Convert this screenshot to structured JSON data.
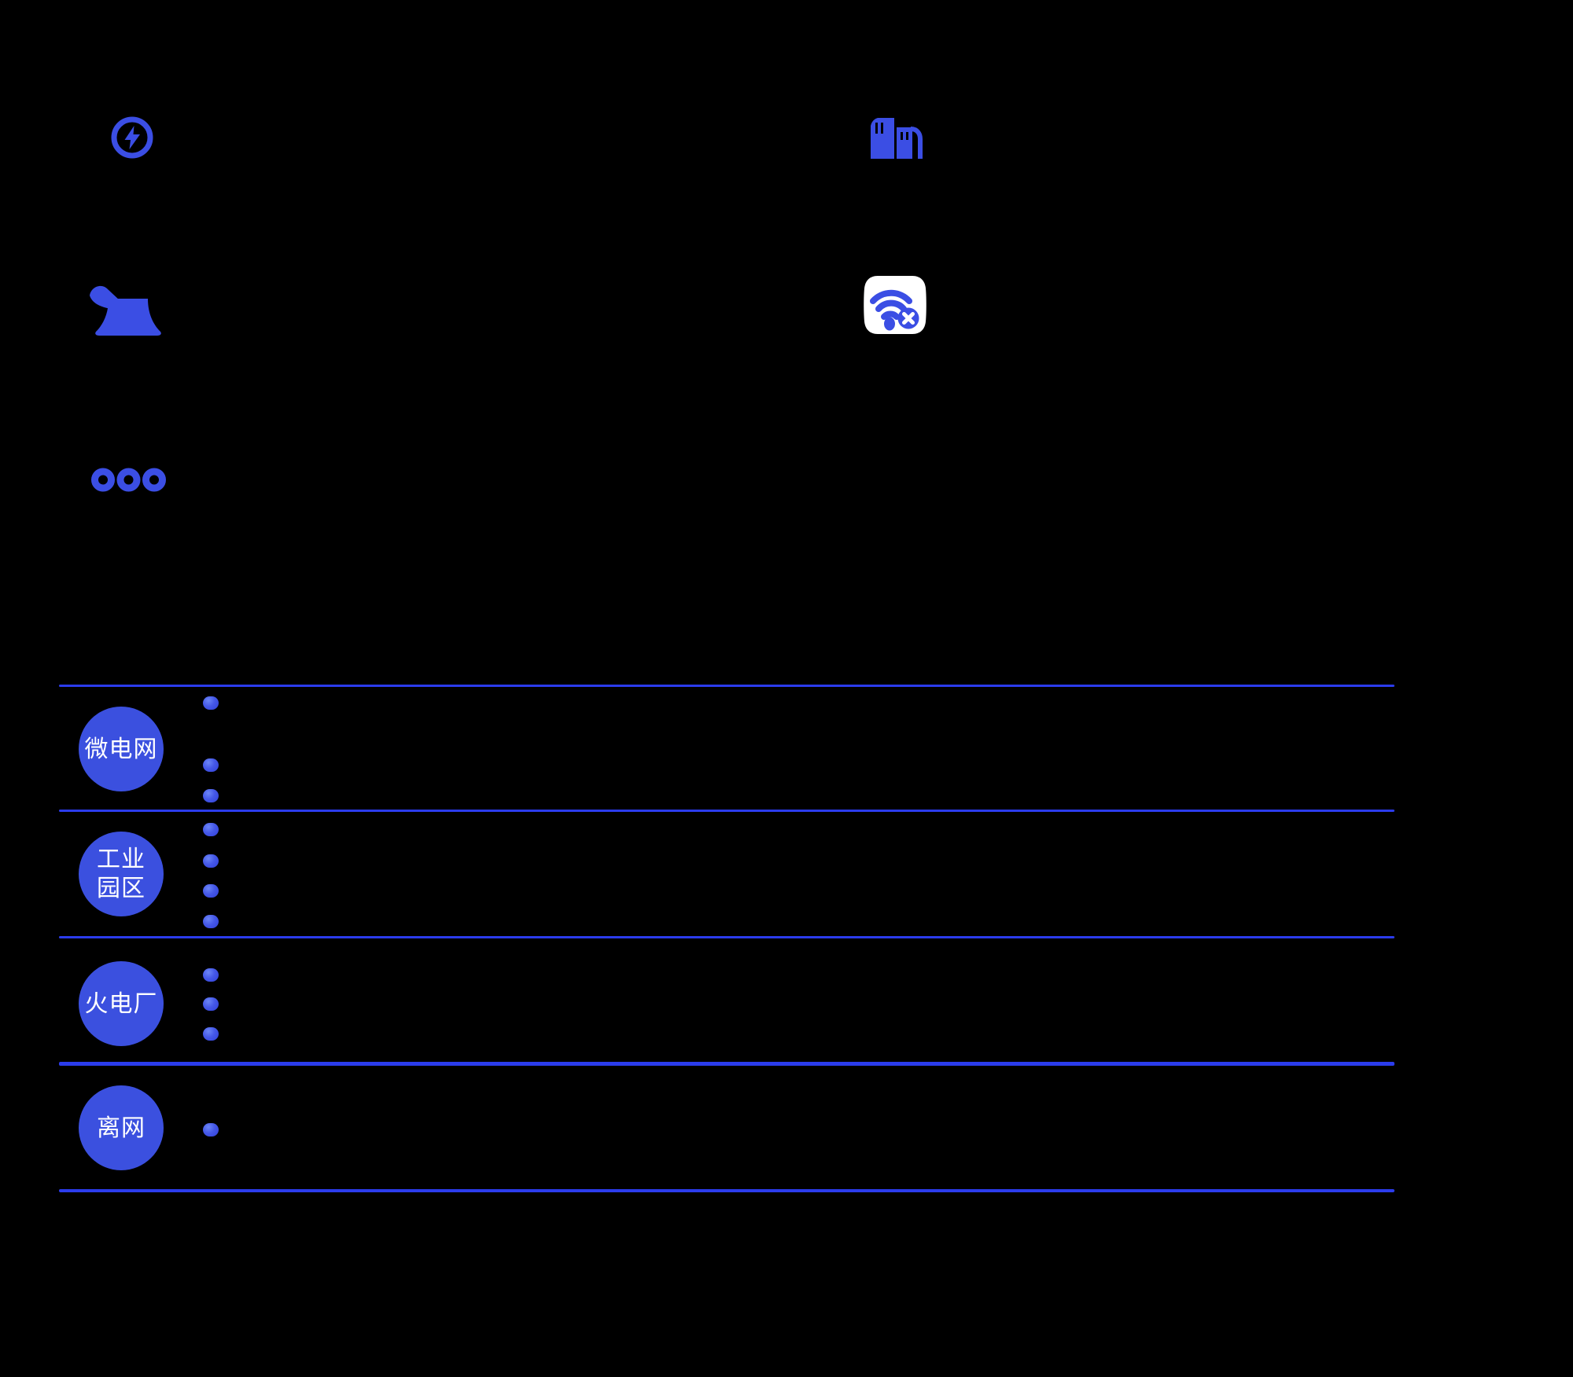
{
  "page": {
    "background_color": "#000000"
  },
  "palette": {
    "primary_blue": "#3B4EE4",
    "badge_fill": "#3B50DF",
    "badge_text": "#FFFFFF",
    "rule_blue": "#2B3CEC",
    "bullet_gradient_start": "#6C86F6",
    "bullet_gradient_end": "#3040D8",
    "wifi_tile_background": "#FFFFFF"
  },
  "feature_icons": [
    {
      "name": "lightning-circle-icon"
    },
    {
      "name": "ev-charging-station-icon"
    },
    {
      "name": "thermal-power-plant-icon"
    },
    {
      "name": "wifi-offline-icon"
    },
    {
      "name": "three-rings-icon"
    }
  ],
  "scenario_table": {
    "rows": [
      {
        "badge_label": "微电网",
        "bullet_count": 3
      },
      {
        "badge_label": "工业\n园区",
        "bullet_count": 4
      },
      {
        "badge_label": "火电厂",
        "bullet_count": 3
      },
      {
        "badge_label": "离网",
        "bullet_count": 1
      }
    ]
  }
}
